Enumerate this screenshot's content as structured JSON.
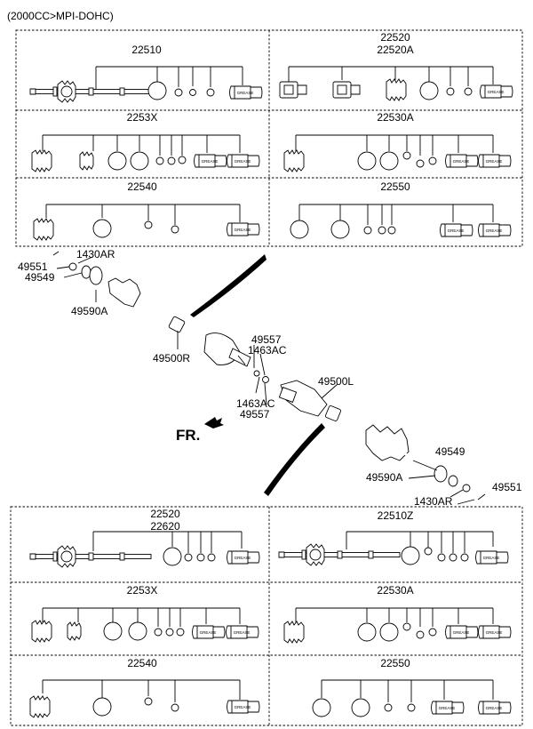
{
  "header": {
    "engine_spec": "(2000CC>MPI-DOHC)"
  },
  "grease_label": "GREASE",
  "top_kits": {
    "cell_a": {
      "code": "22510"
    },
    "cell_b": {
      "code": "22520",
      "alt": "22520A"
    },
    "cell_c": {
      "code": "2253X"
    },
    "cell_d": {
      "code": "22530A"
    },
    "cell_e": {
      "code": "22540"
    },
    "cell_f": {
      "code": "22550"
    }
  },
  "bottom_kits": {
    "cell_a": {
      "code": "22520",
      "alt": "22620"
    },
    "cell_b": {
      "code": "22510Z"
    },
    "cell_c": {
      "code": "2253X"
    },
    "cell_d": {
      "code": "22530A"
    },
    "cell_e": {
      "code": "22540"
    },
    "cell_f": {
      "code": "22550"
    }
  },
  "callouts": {
    "clip_right_top": "1430AR",
    "seal_51_top": "49551",
    "seal_49_top": "49549",
    "seal_90a_top": "49590A",
    "shaft_right": "49500R",
    "ring_57_top": "49557",
    "ring_1463_top": "1463AC",
    "shaft_left": "49500L",
    "ring_1463_bottom": "1463AC",
    "ring_57_bottom": "49557",
    "seal_49_bottom": "49549",
    "seal_90a_bottom": "49590A",
    "seal_51_bottom": "49551",
    "clip_right_bottom": "1430AR"
  },
  "direction": {
    "label": "FR."
  }
}
